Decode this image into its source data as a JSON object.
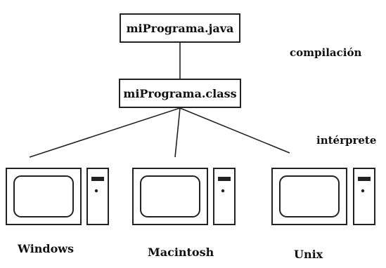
{
  "source_box": {
    "text": "miPrograma.java"
  },
  "bytecode_box": {
    "text": "miPrograma.class"
  },
  "stage_labels": {
    "compile": "compilación",
    "interpret": "intérprete"
  },
  "platforms": [
    {
      "name": "Windows"
    },
    {
      "name": "Macintosh"
    },
    {
      "name": "Unix"
    }
  ]
}
